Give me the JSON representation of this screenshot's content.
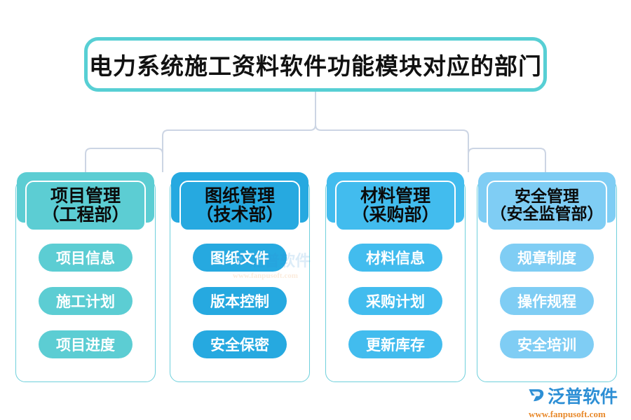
{
  "title": {
    "text": "电力系统施工资料软件功能模块对应的部门",
    "border_color": "#57cfd4"
  },
  "columns": [
    {
      "header_line1": "项目管理",
      "header_line2": "（工程部）",
      "color": "#5ccdd3",
      "items": [
        "项目信息",
        "施工计划",
        "项目进度"
      ]
    },
    {
      "header_line1": "图纸管理",
      "header_line2": "（技术部）",
      "color": "#26a9e0",
      "items": [
        "图纸文件",
        "版本控制",
        "安全保密"
      ]
    },
    {
      "header_line1": "材料管理",
      "header_line2": "（采购部）",
      "color": "#42bcee",
      "items": [
        "材料信息",
        "采购计划",
        "更新库存"
      ]
    },
    {
      "header_line1": "安全管理",
      "header_line2": "（安全监管部）",
      "color": "#7fcdf4",
      "items": [
        "规章制度",
        "操作规程",
        "安全培训"
      ]
    }
  ],
  "logo": {
    "name": "泛普软件",
    "url": "www.fanpusoft.com",
    "name_color": "#2d8fd5",
    "url_color": "#e8892b"
  },
  "connector": {
    "color": "#ccd5e4"
  }
}
